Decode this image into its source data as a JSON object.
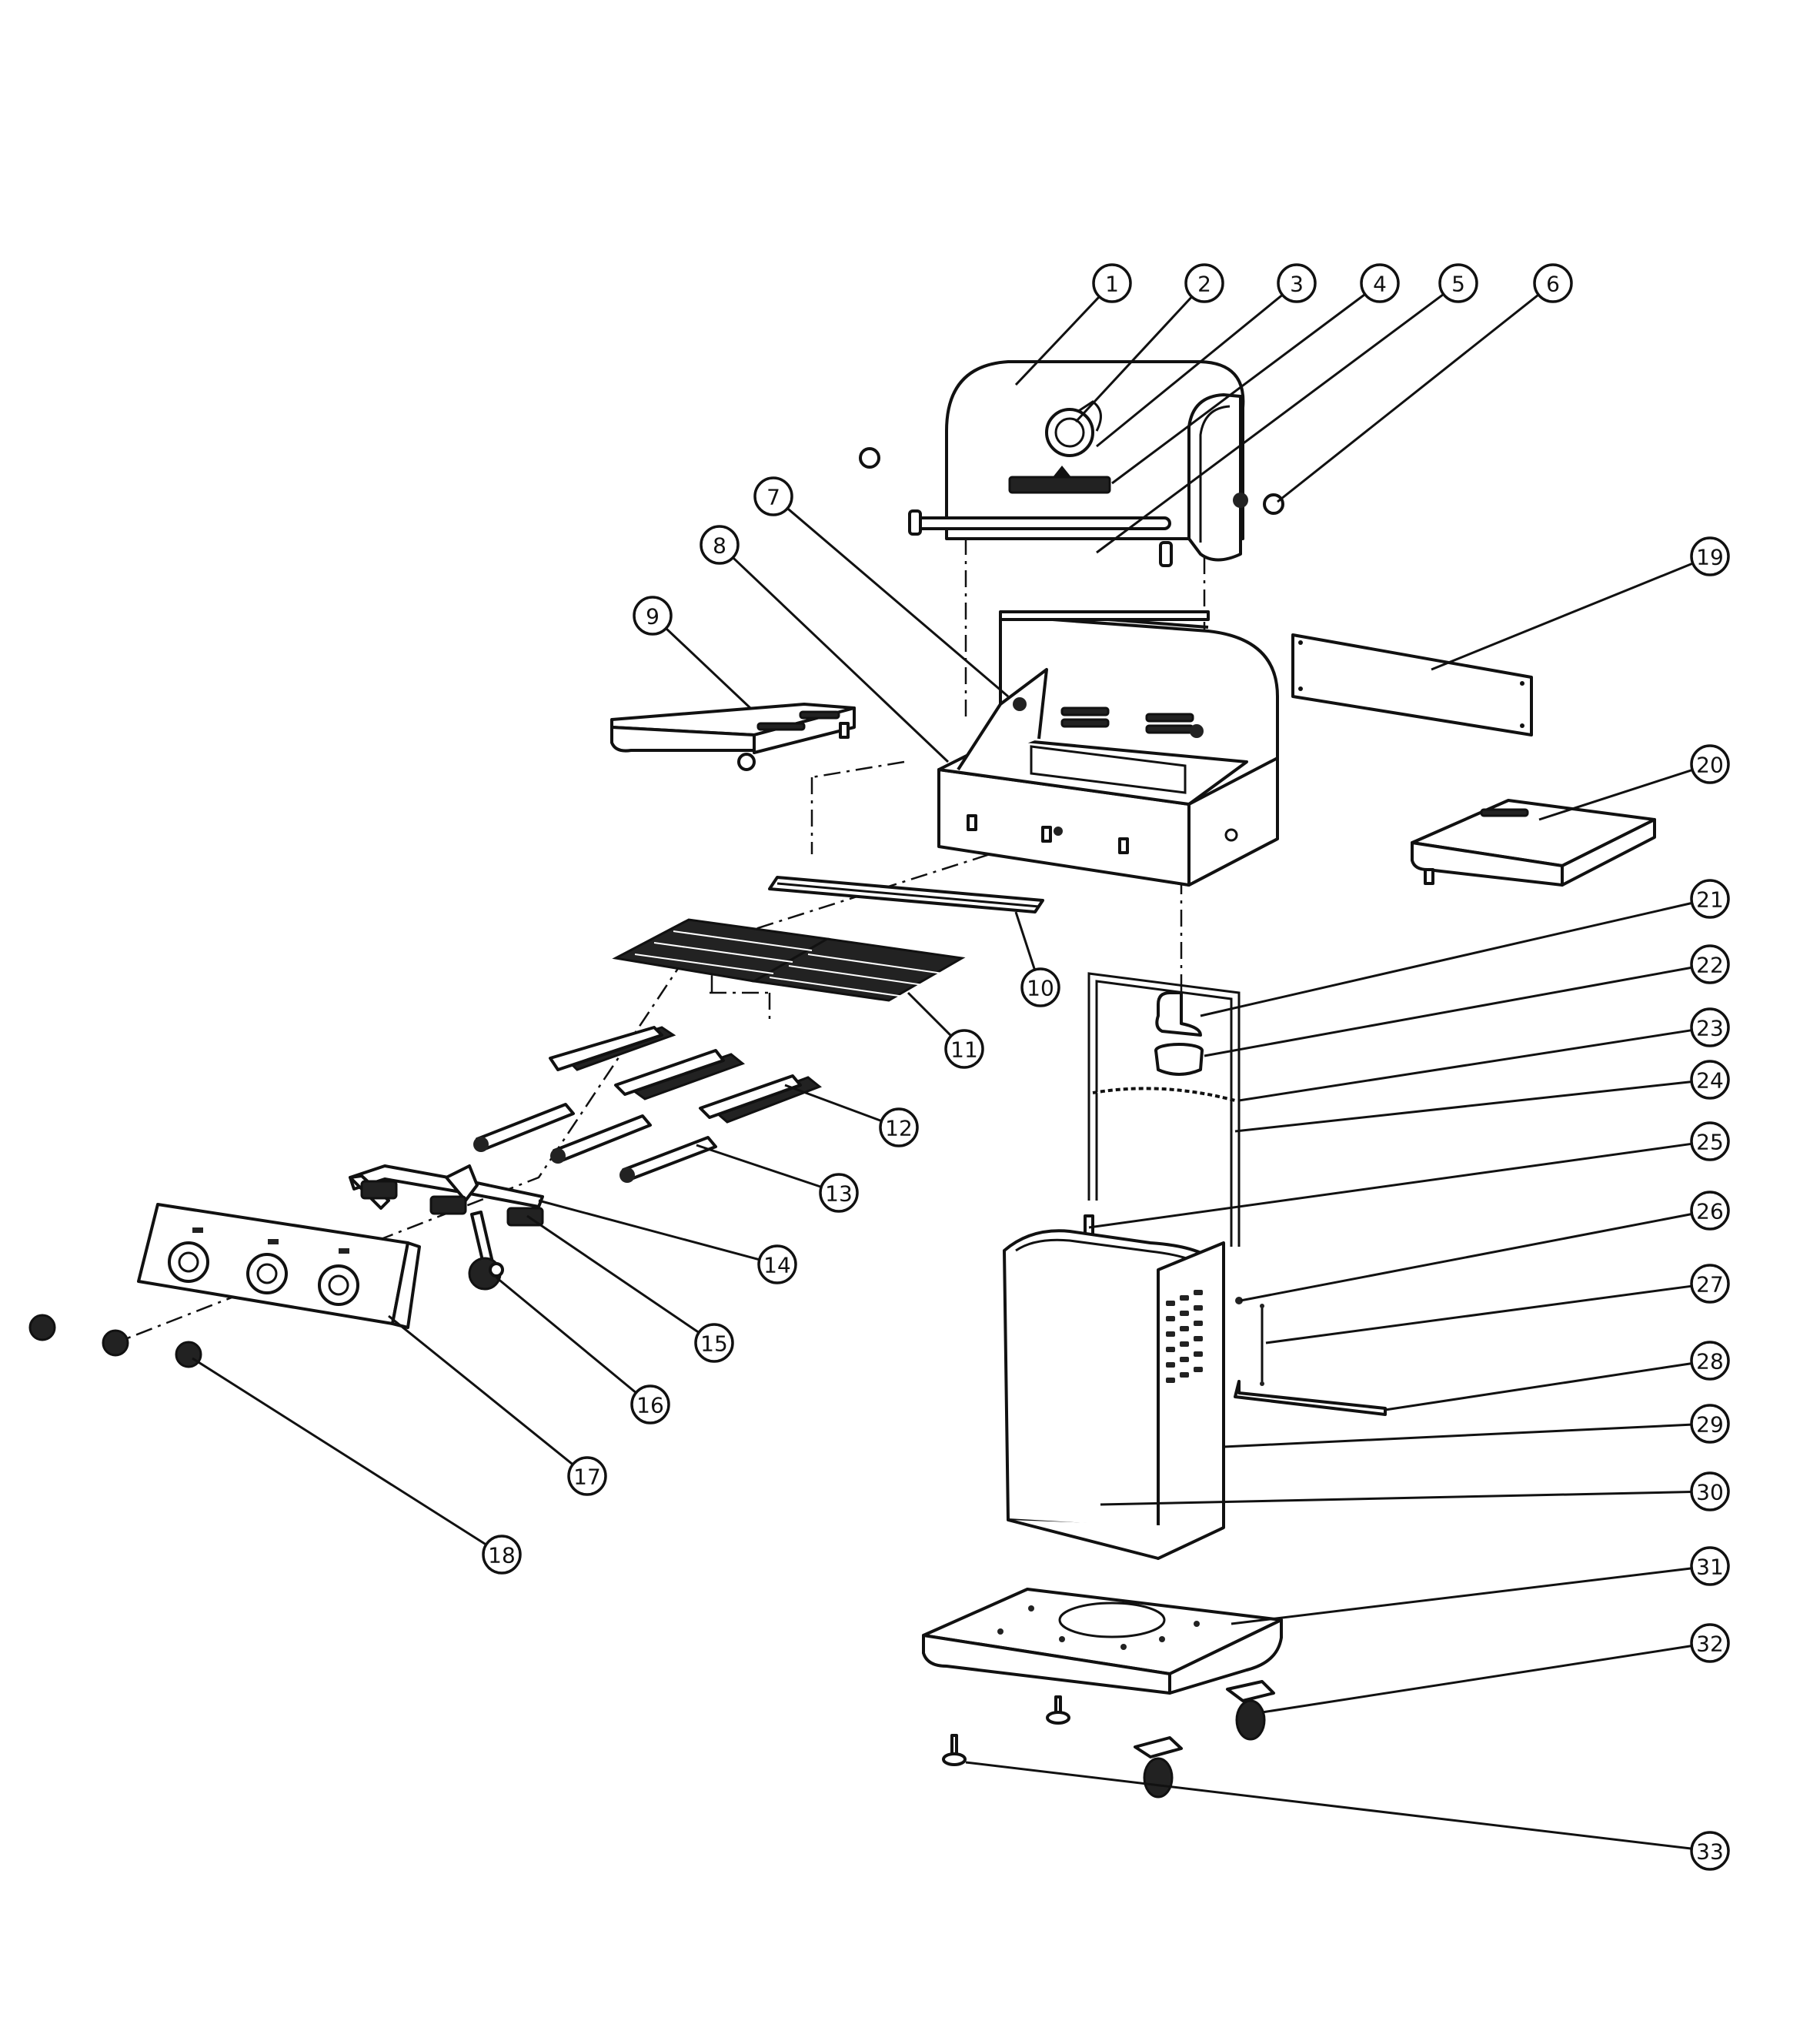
{
  "parts": [
    {
      "number": "1",
      "icon": "grill-lid-icon"
    },
    {
      "number": "2",
      "icon": "thermometer-icon"
    },
    {
      "number": "3",
      "icon": "lid-badge-icon"
    },
    {
      "number": "4",
      "icon": "lid-side-cap-icon"
    },
    {
      "number": "5",
      "icon": "lid-handle-icon"
    },
    {
      "number": "6",
      "icon": "hinge-pin-icon"
    },
    {
      "number": "7",
      "icon": "firebox-icon"
    },
    {
      "number": "8",
      "icon": "firebox-front-frame-icon"
    },
    {
      "number": "9",
      "icon": "left-side-shelf-icon"
    },
    {
      "number": "10",
      "icon": "warming-rack-icon"
    },
    {
      "number": "11",
      "icon": "cooking-grate-icon"
    },
    {
      "number": "12",
      "icon": "heat-tent-icon"
    },
    {
      "number": "13",
      "icon": "burner-tube-icon"
    },
    {
      "number": "14",
      "icon": "gas-manifold-icon"
    },
    {
      "number": "15",
      "icon": "valve-icon"
    },
    {
      "number": "16",
      "icon": "regulator-icon"
    },
    {
      "number": "17",
      "icon": "control-panel-icon"
    },
    {
      "number": "18",
      "icon": "control-knob-icon"
    },
    {
      "number": "19",
      "icon": "rear-panel-icon"
    },
    {
      "number": "20",
      "icon": "right-side-shelf-icon"
    },
    {
      "number": "21",
      "icon": "tank-hook-icon"
    },
    {
      "number": "22",
      "icon": "grease-cup-icon"
    },
    {
      "number": "23",
      "icon": "cart-frame-icon"
    },
    {
      "number": "24",
      "icon": "cross-brace-icon"
    },
    {
      "number": "25",
      "icon": "frame-post-icon"
    },
    {
      "number": "26",
      "icon": "screw-icon"
    },
    {
      "number": "27",
      "icon": "door-pin-icon"
    },
    {
      "number": "28",
      "icon": "door-rod-icon"
    },
    {
      "number": "29",
      "icon": "cart-side-panel-icon"
    },
    {
      "number": "30",
      "icon": "cart-door-icon"
    },
    {
      "number": "31",
      "icon": "bottom-base-icon"
    },
    {
      "number": "32",
      "icon": "caster-wheel-icon"
    },
    {
      "number": "33",
      "icon": "leveling-foot-icon"
    }
  ]
}
